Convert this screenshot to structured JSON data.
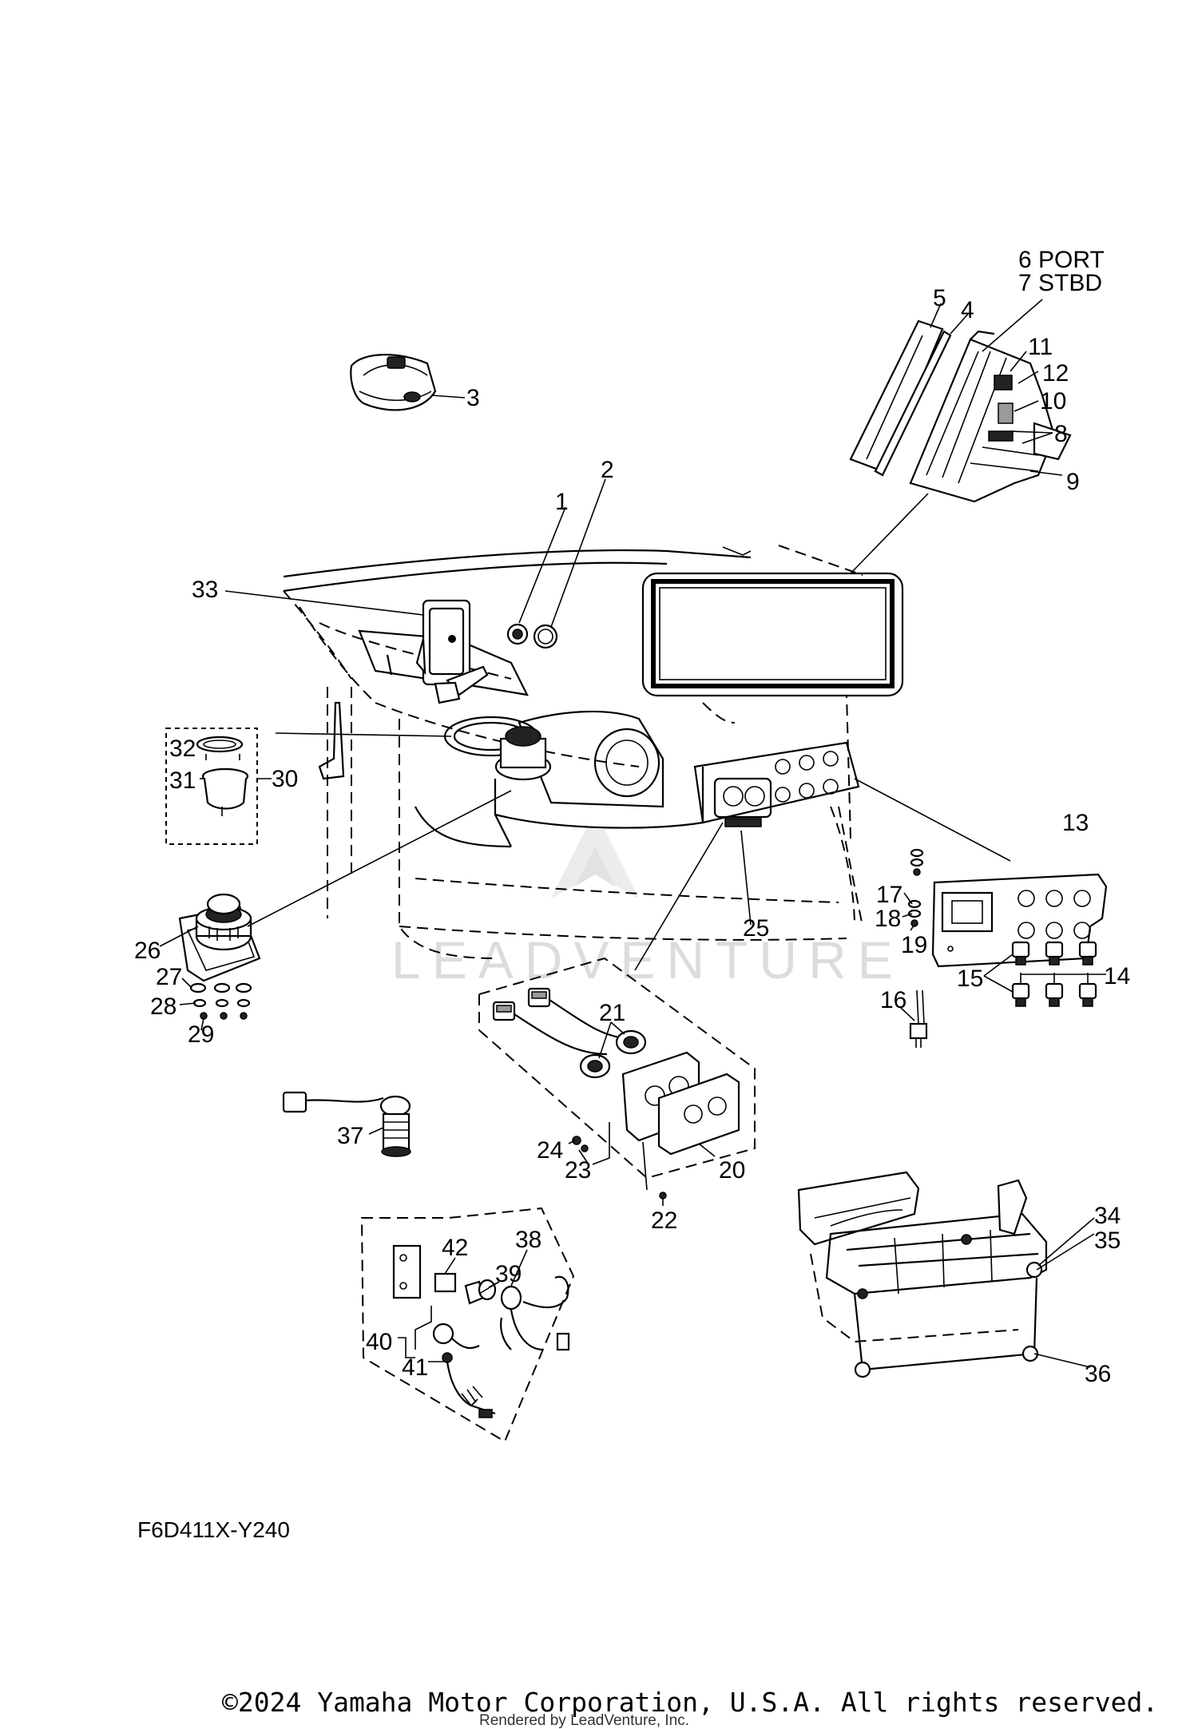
{
  "labels": {
    "p1": "1",
    "p2": "2",
    "p3": "3",
    "p4": "4",
    "p5": "5",
    "p6": "6 PORT",
    "p7": "7 STBD",
    "p8": "8",
    "p9": "9",
    "p10": "10",
    "p11": "11",
    "p12": "12",
    "p13": "13",
    "p14": "14",
    "p15": "15",
    "p16": "16",
    "p17": "17",
    "p18": "18",
    "p19": "19",
    "p20": "20",
    "p21": "21",
    "p22": "22",
    "p23": "23",
    "p24": "24",
    "p25": "25",
    "p26": "26",
    "p27": "27",
    "p28": "28",
    "p29": "29",
    "p30": "30",
    "p31": "31",
    "p32": "32",
    "p33": "33",
    "p34": "34",
    "p35": "35",
    "p36": "36",
    "p37": "37",
    "p38": "38",
    "p39": "39",
    "p40": "40",
    "p41": "41",
    "p42": "42"
  },
  "diagram_code": "F6D411X-Y240",
  "watermark": "LEADVENTURE",
  "copyright": "©2024 Yamaha Motor Corporation, U.S.A. All rights reserved.",
  "rendered_by": "Rendered by LeadVenture, Inc."
}
